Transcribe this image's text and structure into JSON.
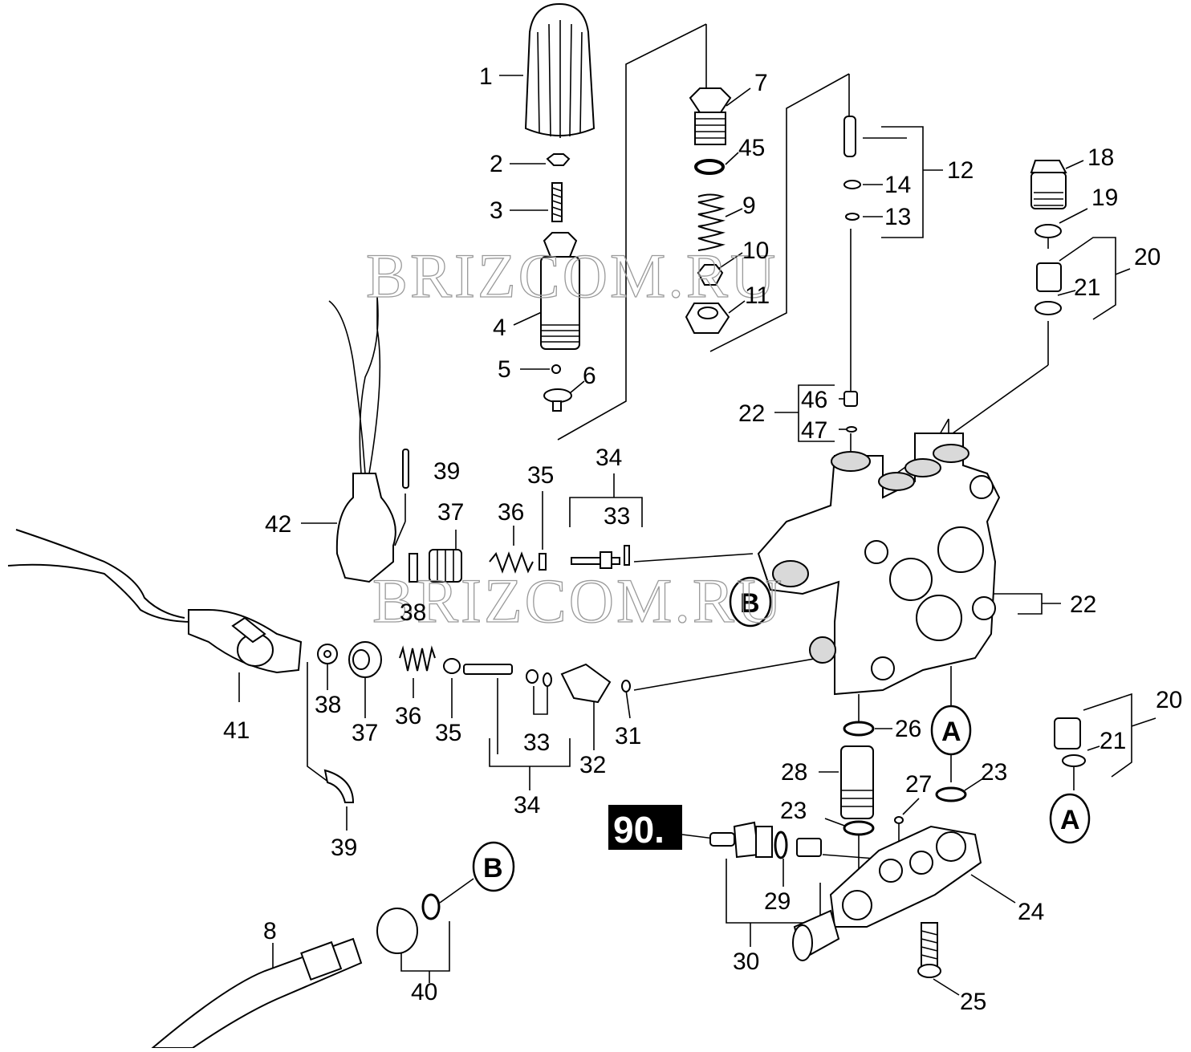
{
  "watermark": "BRIZCOM.RU",
  "badge": "90.",
  "ref_A": "A",
  "ref_B": "B",
  "labels": {
    "p1": "1",
    "p2": "2",
    "p3": "3",
    "p4": "4",
    "p5": "5",
    "p6": "6",
    "p7": "7",
    "p45": "45",
    "p9": "9",
    "p10": "10",
    "p11": "11",
    "p12": "12",
    "p14": "14",
    "p13": "13",
    "p18": "18",
    "p19": "19",
    "p20a": "20",
    "p21a": "21",
    "p22a": "22",
    "p46": "46",
    "p47": "47",
    "p22b": "22",
    "p39a": "39",
    "p42": "42",
    "p37a": "37",
    "p36a": "36",
    "p35a": "35",
    "p34a": "34",
    "p33a": "33",
    "p38a": "38",
    "p41": "41",
    "p38b": "38",
    "p37b": "37",
    "p36b": "36",
    "p35b": "35",
    "p33b": "33",
    "p34b": "34",
    "p32": "32",
    "p31": "31",
    "p39b": "39",
    "p26": "26",
    "p28": "28",
    "p27": "27",
    "p23a": "23",
    "p23b": "23",
    "p20b": "20",
    "p21b": "21",
    "p29": "29",
    "p30": "30",
    "p24": "24",
    "p25": "25",
    "p8": "8",
    "p40": "40"
  }
}
